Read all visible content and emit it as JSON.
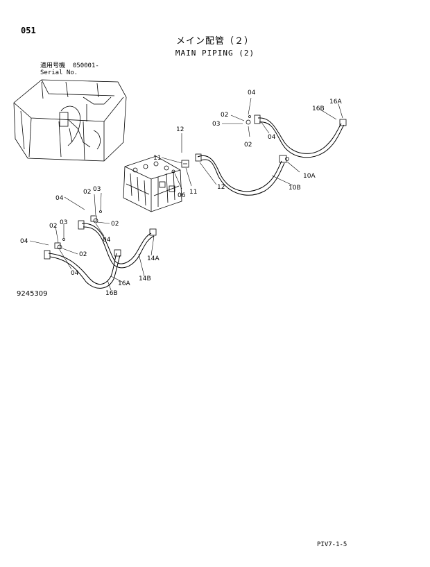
{
  "page_number": "051",
  "title_jp": "メイン配管（２）",
  "title_en": "MAIN PIPING (2)",
  "serial_label_jp": "適用号機",
  "serial_label_en": "Serial No.",
  "serial_value": "050001-",
  "illustration_id": "9245309",
  "footer_code": "PIV7-1-5",
  "callouts": {
    "c04_top": "04",
    "c02_top": "02",
    "c03_top": "03",
    "c02_mid": "02",
    "c04_mid": "04",
    "c16B_top": "16B",
    "c16A_top": "16A",
    "c12_top": "12",
    "c11_left": "11",
    "c06": "06",
    "c11_bottom": "11",
    "c12_bottom": "12",
    "c10A": "10A",
    "c10B": "10B",
    "c02_a": "02",
    "c03_a": "03",
    "c04_a": "04",
    "c02_b": "02",
    "c04_b": "04",
    "c02_c": "02",
    "c03_c": "03",
    "c04_c": "04",
    "c02_d": "02",
    "c04_d": "04",
    "c14A": "14A",
    "c14B": "14B",
    "c16A_bottom": "16A",
    "c16B_bottom": "16B"
  }
}
